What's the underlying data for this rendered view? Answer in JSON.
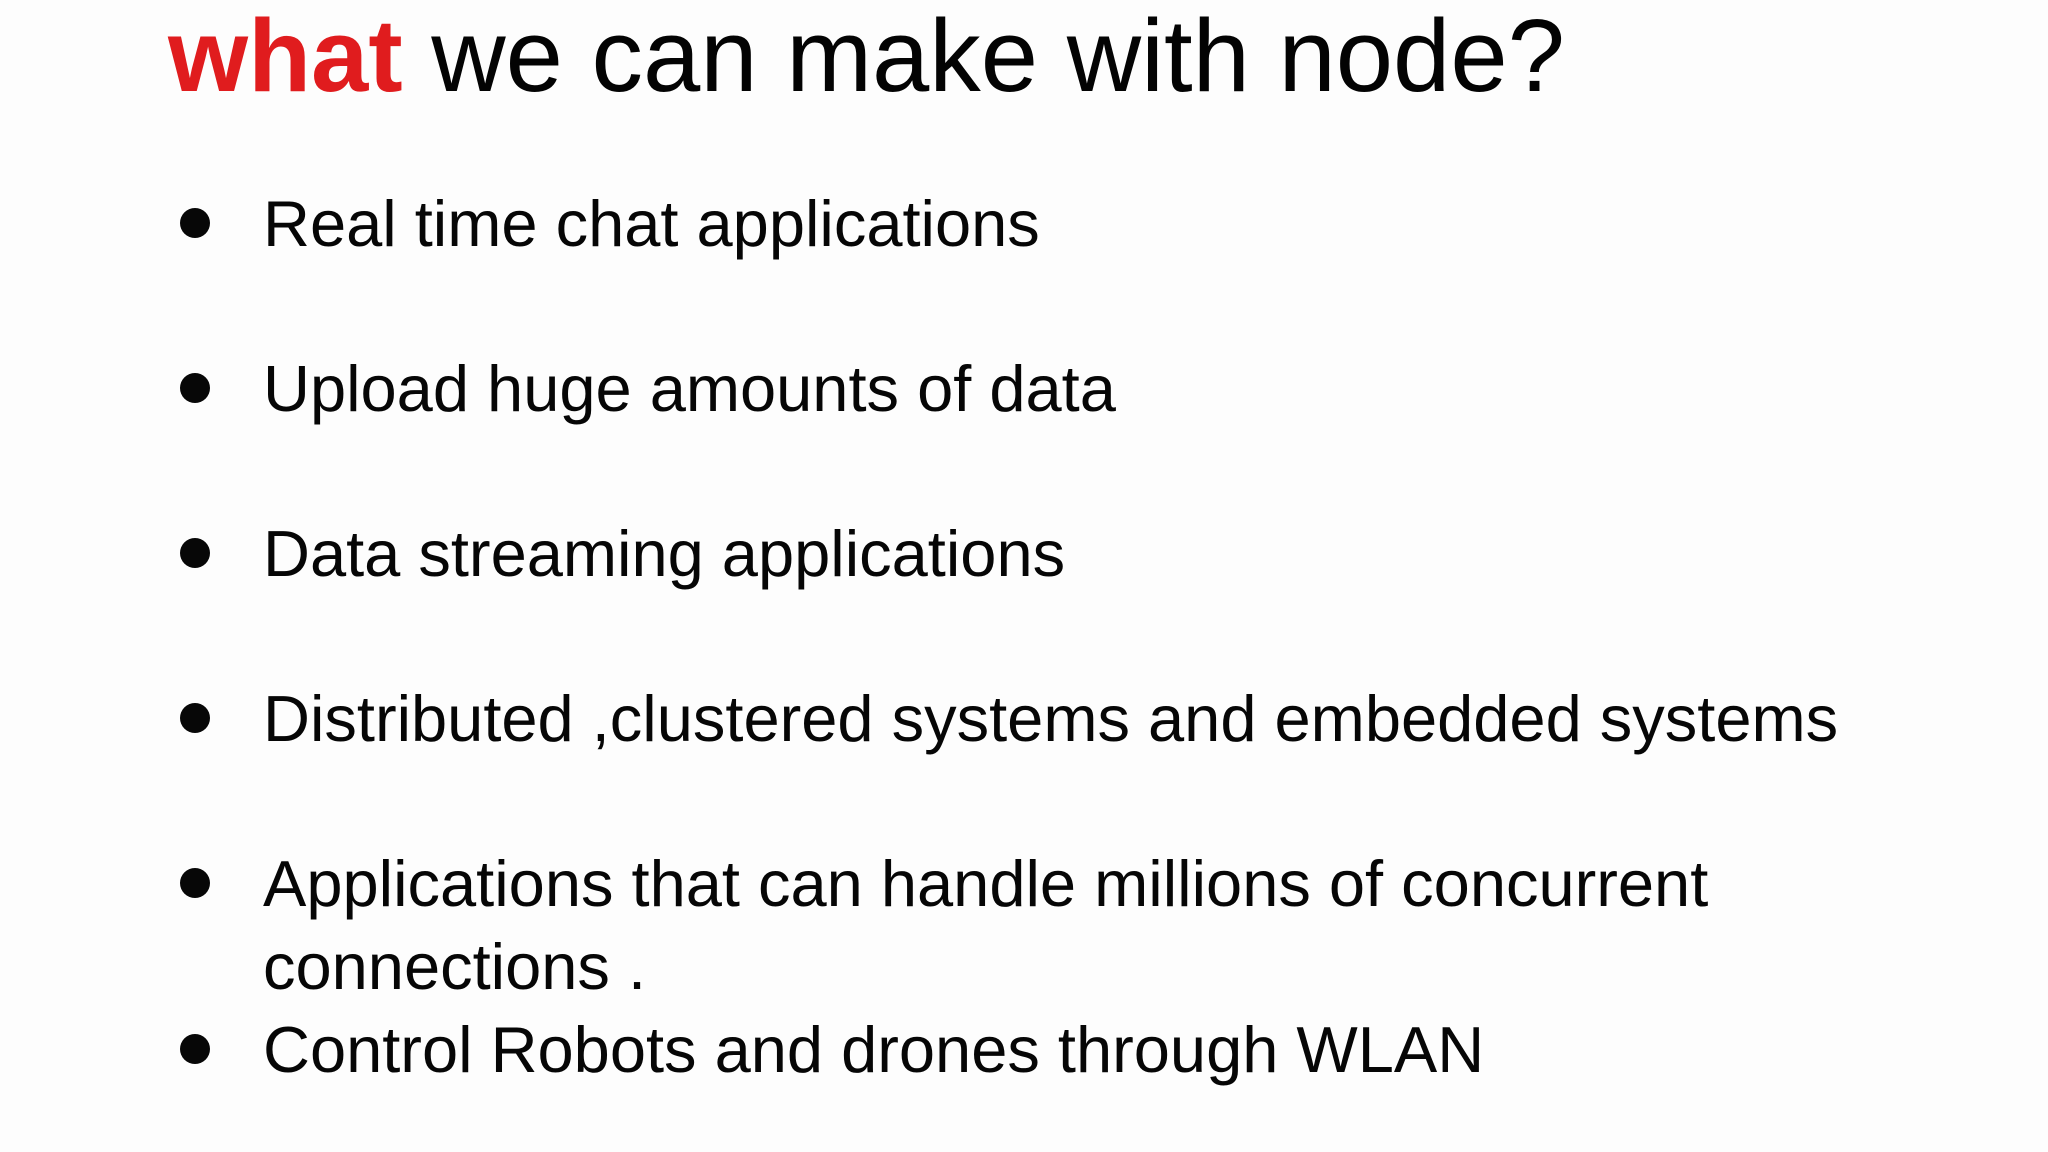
{
  "slide": {
    "title": {
      "highlight": "what",
      "rest": " we can make with node?"
    },
    "bullets": [
      {
        "text": "Real time chat applications"
      },
      {
        "text": "Upload huge amounts of data"
      },
      {
        "text": "Data streaming applications"
      },
      {
        "text": "Distributed ,clustered systems and embedded systems"
      },
      {
        "text": "Applications that can handle millions of concurrent connections ."
      },
      {
        "text": "Control Robots and drones through WLAN"
      }
    ],
    "colors": {
      "highlight_red": "#e01c1e",
      "text": "#060606",
      "background": "#fdfdfd"
    }
  }
}
